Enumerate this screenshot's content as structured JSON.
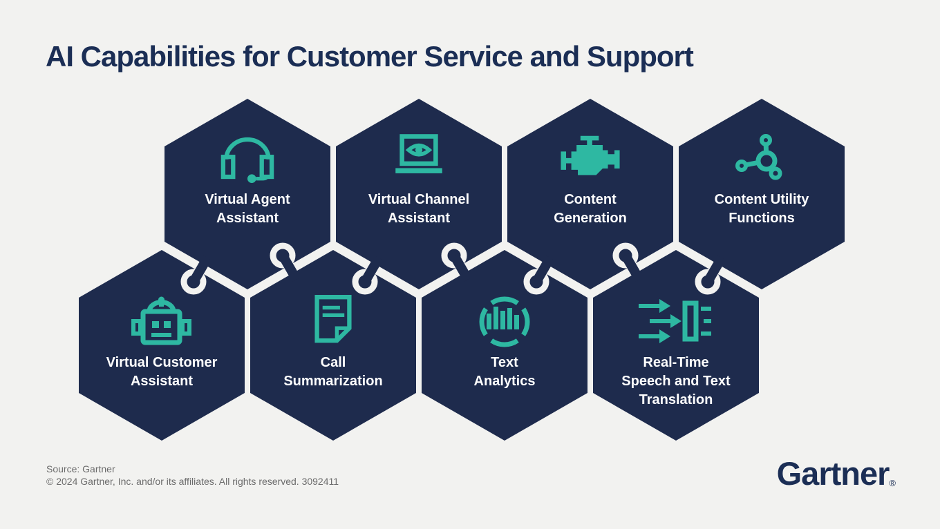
{
  "header": {
    "title": "AI Capabilities for Customer Service and Support"
  },
  "hexagons": [
    {
      "id": "virtual-agent-assistant",
      "label": "Virtual Agent Assistant",
      "lines": [
        "Virtual Agent",
        "Assistant"
      ],
      "icon": "headset-icon",
      "row": "top"
    },
    {
      "id": "virtual-channel-assistant",
      "label": "Virtual Channel Assistant",
      "lines": [
        "Virtual Channel",
        "Assistant"
      ],
      "icon": "laptop-eye-icon",
      "row": "top"
    },
    {
      "id": "content-generation",
      "label": "Content Generation",
      "lines": [
        "Content",
        "Generation"
      ],
      "icon": "engine-icon",
      "row": "top"
    },
    {
      "id": "content-utility-functions",
      "label": "Content Utility Functions",
      "lines": [
        "Content Utility",
        "Functions"
      ],
      "icon": "network-nodes-icon",
      "row": "top"
    },
    {
      "id": "virtual-customer-assistant",
      "label": "Virtual Customer Assistant",
      "lines": [
        "Virtual Customer",
        "Assistant"
      ],
      "icon": "robot-icon",
      "row": "bottom"
    },
    {
      "id": "call-summarization",
      "label": "Call Summarization",
      "lines": [
        "Call",
        "Summarization"
      ],
      "icon": "document-icon",
      "row": "bottom"
    },
    {
      "id": "text-analytics",
      "label": "Text Analytics",
      "lines": [
        "Text",
        "Analytics"
      ],
      "icon": "bar-chart-circle-icon",
      "row": "bottom"
    },
    {
      "id": "real-time-speech-and-text-translation",
      "label": "Real-Time Speech and Text Translation",
      "lines": [
        "Real-Time",
        "Speech and Text",
        "Translation"
      ],
      "icon": "translation-arrows-icon",
      "row": "bottom"
    }
  ],
  "footer": {
    "source": "Source: Gartner",
    "copyright": "© 2024 Gartner, Inc. and/or its affiliates. All rights reserved. 3092411"
  },
  "logo": {
    "text": "Gartner",
    "registered": "®"
  },
  "colors": {
    "background": "#f2f2f0",
    "hexagon_fill": "#1e2b4d",
    "icon_accent": "#2eb8a2",
    "title_text": "#1b2e55",
    "label_text": "#ffffff",
    "footer_text": "#6b6b6b"
  }
}
